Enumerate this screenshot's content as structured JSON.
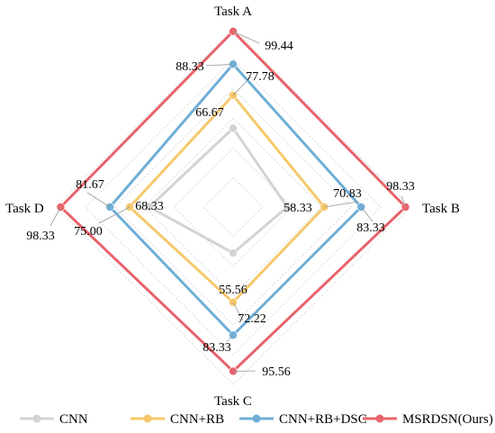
{
  "chart_data": {
    "type": "radar",
    "axes": [
      "Task A",
      "Task B",
      "Task C",
      "Task D"
    ],
    "range": [
      40,
      100
    ],
    "grid_levels": [
      50,
      60,
      70,
      80,
      90,
      100
    ],
    "series": [
      {
        "name": "CNN",
        "values": [
          66.67,
          58.33,
          55.56,
          68.33
        ],
        "color": "#d3d3d3"
      },
      {
        "name": "CNN+RB",
        "values": [
          77.78,
          70.83,
          72.22,
          75.0
        ],
        "color": "#f5c86a"
      },
      {
        "name": "CNN+RB+DSC",
        "values": [
          88.33,
          83.33,
          83.33,
          81.67
        ],
        "color": "#6faed6"
      },
      {
        "name": "MSRDSN(Ours)",
        "values": [
          99.44,
          98.33,
          95.56,
          98.33
        ],
        "color": "#e8636b"
      }
    ],
    "value_labels": [
      {
        "series": 0,
        "axis": 0,
        "text": "66.67"
      },
      {
        "series": 0,
        "axis": 1,
        "text": "58.33"
      },
      {
        "series": 0,
        "axis": 2,
        "text": "55.56"
      },
      {
        "series": 0,
        "axis": 3,
        "text": "68.33"
      },
      {
        "series": 1,
        "axis": 0,
        "text": "77.78"
      },
      {
        "series": 1,
        "axis": 1,
        "text": "70.83"
      },
      {
        "series": 1,
        "axis": 2,
        "text": "72.22"
      },
      {
        "series": 1,
        "axis": 3,
        "text": "75.00"
      },
      {
        "series": 2,
        "axis": 0,
        "text": "88.33"
      },
      {
        "series": 2,
        "axis": 1,
        "text": "83.33"
      },
      {
        "series": 2,
        "axis": 2,
        "text": "83.33"
      },
      {
        "series": 2,
        "axis": 3,
        "text": "81.67"
      },
      {
        "series": 3,
        "axis": 0,
        "text": "99.44"
      },
      {
        "series": 3,
        "axis": 1,
        "text": "98.33"
      },
      {
        "series": 3,
        "axis": 2,
        "text": "95.56"
      },
      {
        "series": 3,
        "axis": 3,
        "text": "98.33"
      }
    ],
    "grid": true,
    "legend_position": "bottom"
  }
}
